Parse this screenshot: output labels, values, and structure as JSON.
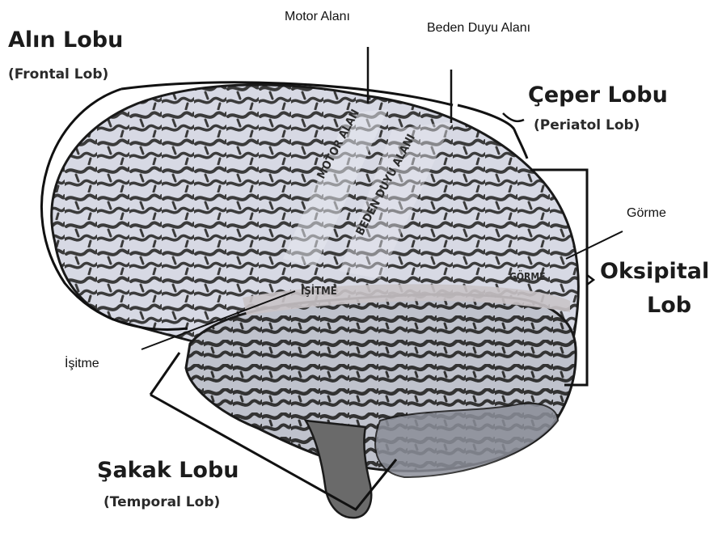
{
  "lobes": {
    "frontal": {
      "title": "Alın Lobu",
      "subtitle": "(Frontal Lob)"
    },
    "parietal": {
      "title": "Çeper Lobu",
      "subtitle": "(Periatol Lob)"
    },
    "occipital": {
      "title_line1": "Oksipital",
      "title_line2": "Lob"
    },
    "temporal": {
      "title": "Şakak Lobu",
      "subtitle": "(Temporal Lob)"
    }
  },
  "callouts": {
    "motor": "Motor Alanı",
    "somatosensory": "Beden Duyu Alanı",
    "vision": "Görme",
    "hearing": "İşitme"
  },
  "brain_labels": {
    "motor": "MOTOR ALAN",
    "somatosensory": "BEDEN DUYU ALANI",
    "vision": "GÖRME",
    "hearing": "İŞİTME"
  },
  "colors": {
    "brain_fill": "#d9dbe6",
    "sulci": "#3a3a3a",
    "outline": "#1a1a1a",
    "stem": "#4a4a4a"
  }
}
